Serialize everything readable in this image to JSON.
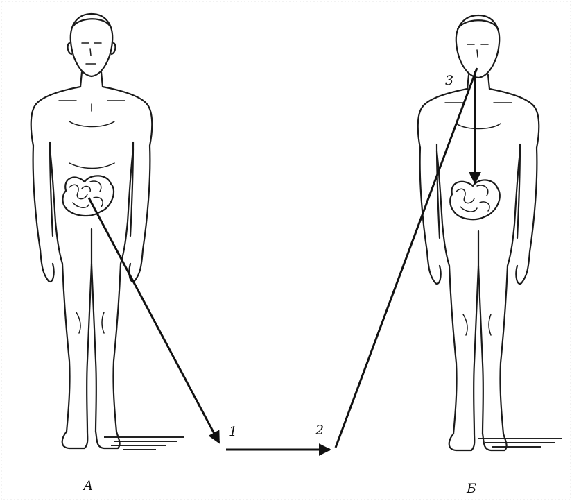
{
  "labels": {
    "figure_a": "А",
    "figure_b": "Б",
    "point_1": "1",
    "point_2": "2",
    "point_3": "3"
  },
  "colors": {
    "ink": "#111111",
    "background": "#ffffff"
  }
}
